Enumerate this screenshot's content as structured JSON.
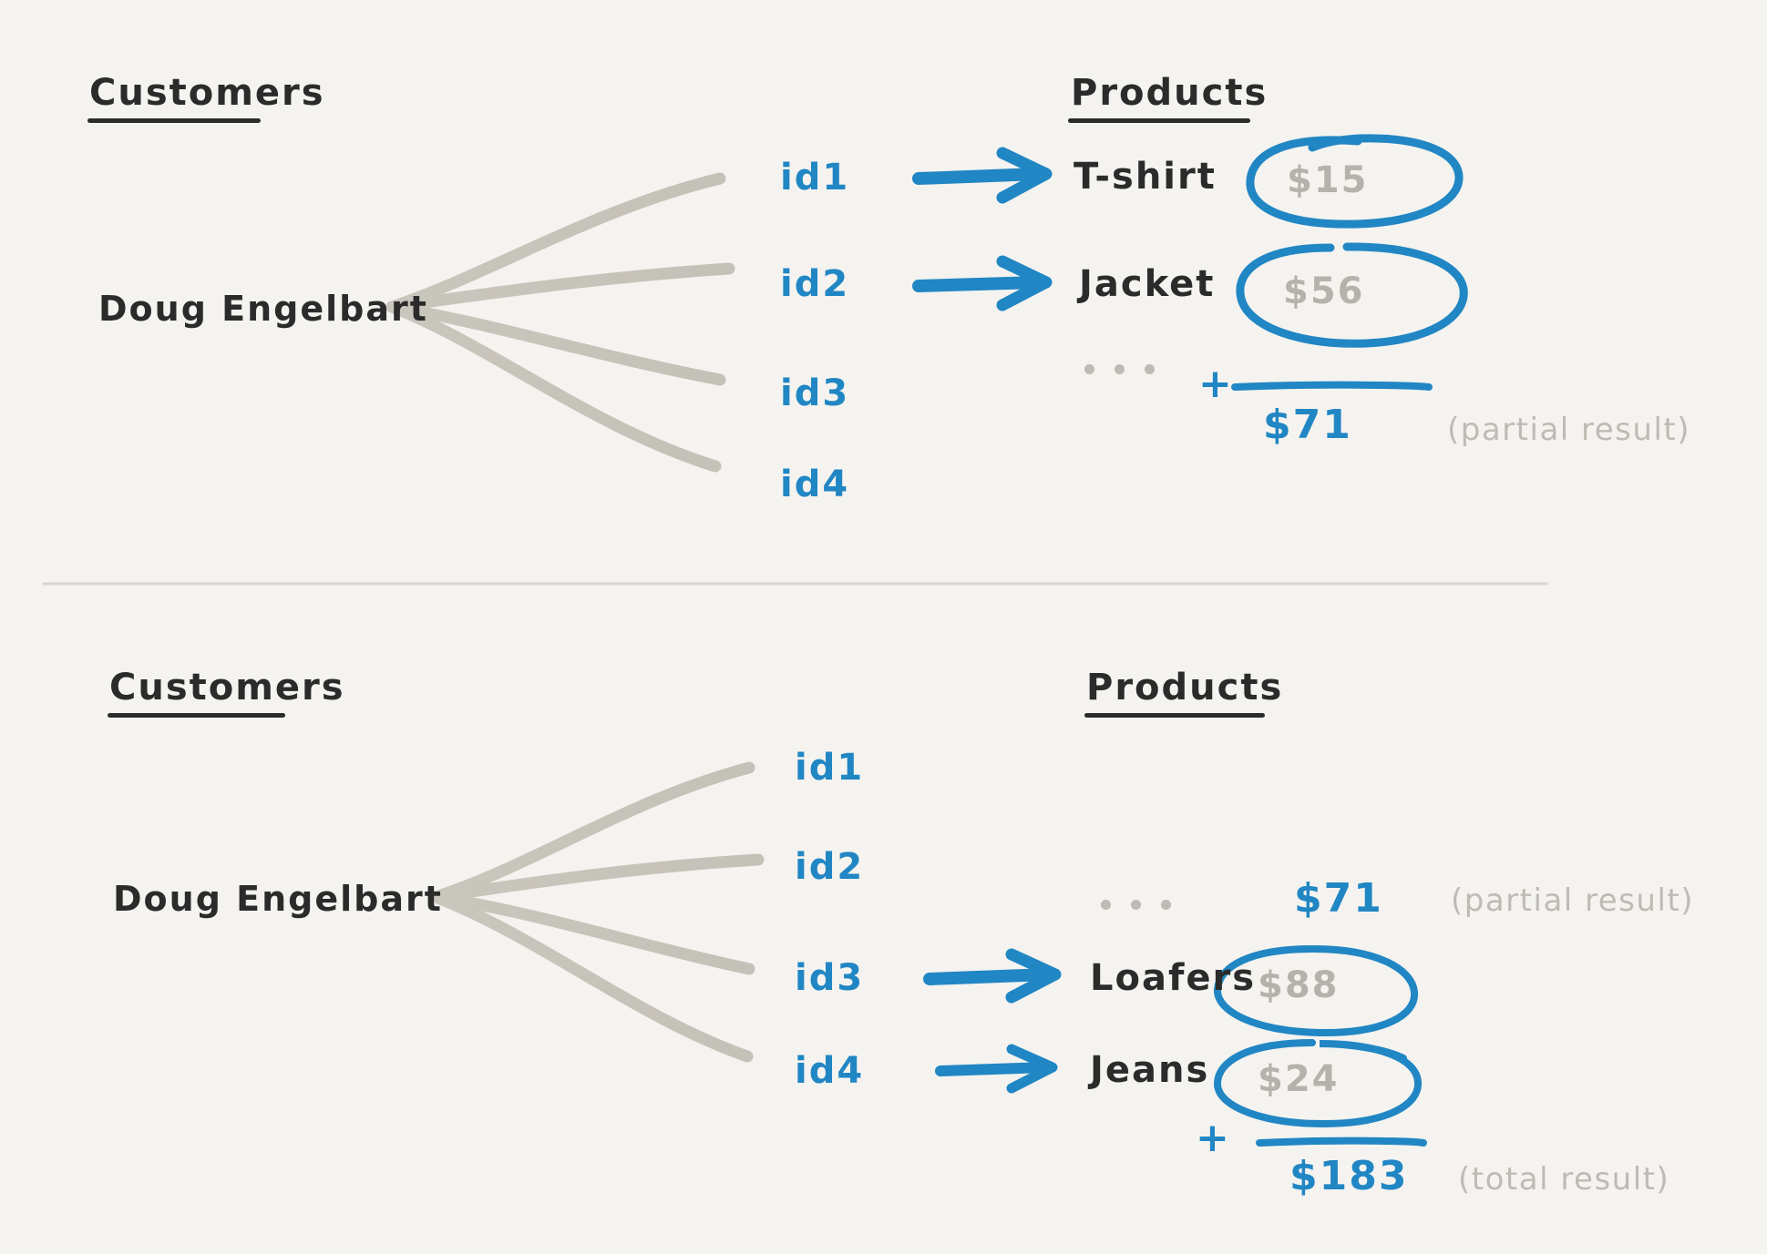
{
  "background_color": "#f4f3ef",
  "accent_blue": "#2186c4",
  "ink_dark": "#2b2b2b",
  "ink_gray": "#b4b2ab",
  "sections": [
    {
      "id": "top-section",
      "customers_heading": "Customers",
      "products_heading": "Products",
      "customer_name": "Doug Engelbart",
      "ids": [
        "id1",
        "id2",
        "id3",
        "id4"
      ],
      "rows": [
        {
          "id": "id1",
          "product": "T-shirt",
          "price": "$15",
          "circled": true,
          "has_arrow": true
        },
        {
          "id": "id2",
          "product": "Jacket",
          "price": "$56",
          "circled": true,
          "has_arrow": true
        }
      ],
      "ellipsis": "...",
      "plus": "+",
      "sum": "$71",
      "sum_note": "(partial result)"
    },
    {
      "id": "bottom-section",
      "customers_heading": "Customers",
      "products_heading": "Products",
      "customer_name": "Doug Engelbart",
      "ids": [
        "id1",
        "id2",
        "id3",
        "id4"
      ],
      "carried": {
        "ellipsis": "...",
        "value": "$71",
        "note": "(partial result)"
      },
      "rows": [
        {
          "id": "id3",
          "product": "Loafers",
          "price": "$88",
          "circled": true,
          "has_arrow": true
        },
        {
          "id": "id4",
          "product": "Jeans",
          "price": "$24",
          "circled": true,
          "has_arrow": true
        }
      ],
      "plus": "+",
      "sum": "$183",
      "sum_note": "(total result)"
    }
  ],
  "chart_data": {
    "type": "diagram",
    "title": "Customer to Products fan-out with partial and total sums",
    "nodes": [
      "Doug Engelbart",
      "id1",
      "id2",
      "id3",
      "id4"
    ],
    "products": [
      {
        "id": "id1",
        "name": "T-shirt",
        "price": 15
      },
      {
        "id": "id2",
        "name": "Jacket",
        "price": 56
      },
      {
        "id": "id3",
        "name": "Loafers",
        "price": 88
      },
      {
        "id": "id4",
        "name": "Jeans",
        "price": 24
      }
    ],
    "partial_result": 71,
    "total_result": 183
  }
}
